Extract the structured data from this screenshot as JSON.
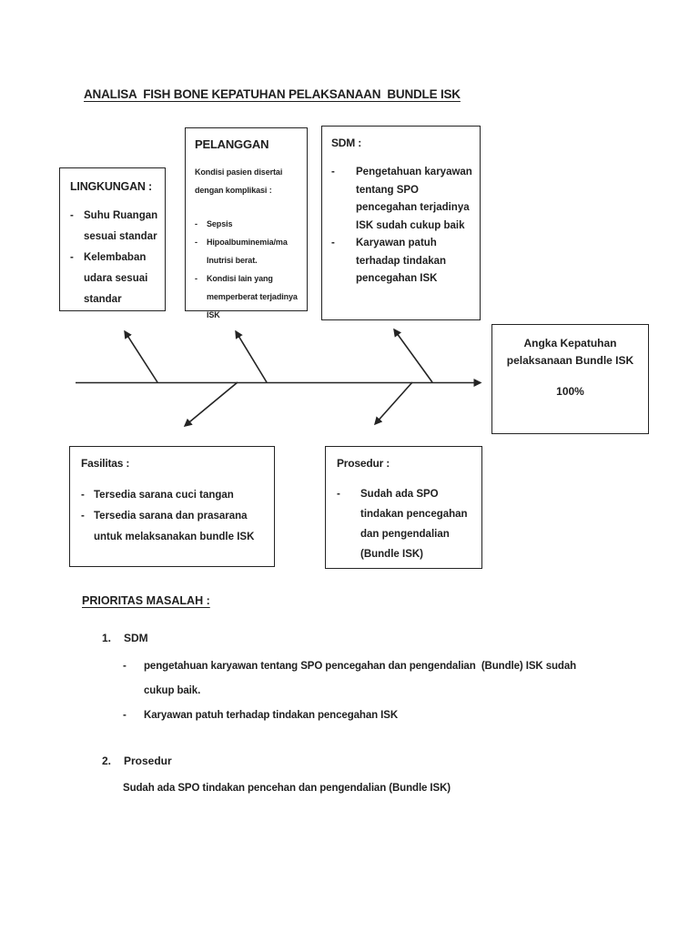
{
  "glyphs": {
    "dash": "-"
  },
  "title": "ANALISA  FISH BONE KEPATUHAN PELAKSANAAN  BUNDLE ISK",
  "fishbone": {
    "lingkungan": {
      "heading": "LINGKUNGAN :",
      "items": [
        "Suhu Ruangan sesuai standar",
        "Kelembaban udara sesuai standar"
      ]
    },
    "pelanggan": {
      "heading": "PELANGGAN",
      "intro": "Kondisi pasien disertai dengan komplikasi :",
      "items": [
        "Sepsis",
        "Hipoalbuminemia/ma Inutrisi berat.",
        "Kondisi lain yang memperberat terjadinya ISK"
      ]
    },
    "sdm": {
      "heading": "SDM :",
      "items": [
        "Pengetahuan karyawan tentang SPO pencegahan terjadinya ISK sudah cukup baik",
        "Karyawan patuh terhadap tindakan pencegahan ISK"
      ]
    },
    "fasilitas": {
      "heading": "Fasilitas :",
      "items": [
        "Tersedia sarana cuci tangan",
        "Tersedia sarana dan prasarana untuk melaksanakan bundle ISK"
      ]
    },
    "prosedur": {
      "heading": "Prosedur :",
      "items": [
        "Sudah ada SPO tindakan pencegahan dan pengendalian (Bundle ISK)"
      ]
    },
    "effect": {
      "line1": "Angka Kepatuhan",
      "line2": "pelaksanaan Bundle ISK",
      "value": "100%"
    }
  },
  "priorities": {
    "heading": "PRIORITAS MASALAH :",
    "item1": {
      "number": "1.",
      "title": "SDM",
      "sub1": "pengetahuan karyawan tentang SPO pencegahan dan pengendalian  (Bundle) ISK sudah cukup baik.",
      "sub2": "Karyawan patuh terhadap tindakan pencegahan ISK"
    },
    "item2": {
      "number": "2.",
      "title": "Prosedur",
      "body": "Sudah ada SPO tindakan pencehan dan pengendalian (Bundle ISK)"
    }
  },
  "colors": {
    "ink": "#242424",
    "page": "#ffffff"
  }
}
